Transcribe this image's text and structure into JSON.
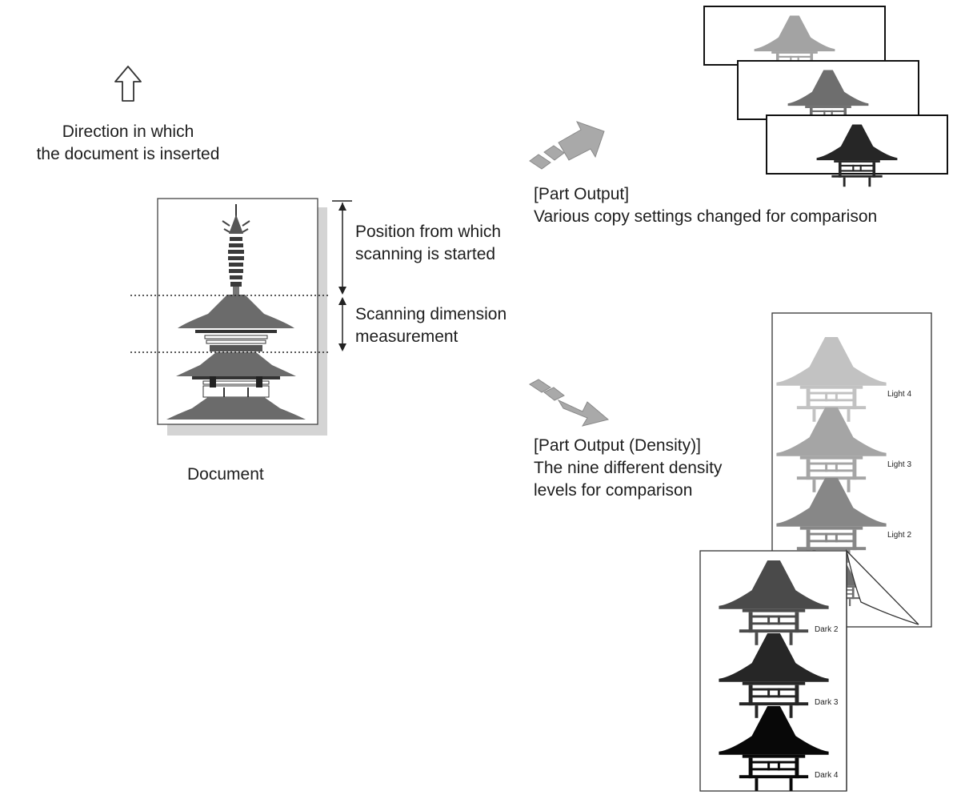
{
  "direction_label": {
    "line1": "Direction in which",
    "line2": "the document is inserted"
  },
  "document": {
    "caption": "Document",
    "scan_start": {
      "line1": "Position from which",
      "line2": "scanning is started"
    },
    "scan_dimension": {
      "line1": "Scanning dimension",
      "line2": "measurement"
    }
  },
  "part_output": {
    "title": "[Part Output]",
    "description": "Various copy settings changed for comparison",
    "sample_tones": [
      "#a3a3a3",
      "#6e6e6e",
      "#262626"
    ]
  },
  "part_output_density": {
    "title": "[Part Output (Density)]",
    "description_line1": "The nine different density",
    "description_line2": "levels for comparison",
    "back_sheet_levels": [
      {
        "label": "Light 4",
        "tone": "#c2c2c2"
      },
      {
        "label": "Light 3",
        "tone": "#a5a5a5"
      },
      {
        "label": "Light 2",
        "tone": "#878787"
      }
    ],
    "front_sheet_levels": [
      {
        "label": "Dark 2",
        "tone": "#4a4a4a"
      },
      {
        "label": "Dark 3",
        "tone": "#262626"
      },
      {
        "label": "Dark 4",
        "tone": "#080808"
      }
    ]
  },
  "colors": {
    "pagoda": "#6b6b6b",
    "arrow_fill": "#a9a9a9",
    "arrow_stroke": "#8a8a8a",
    "shadow": "#d4d4d4"
  }
}
